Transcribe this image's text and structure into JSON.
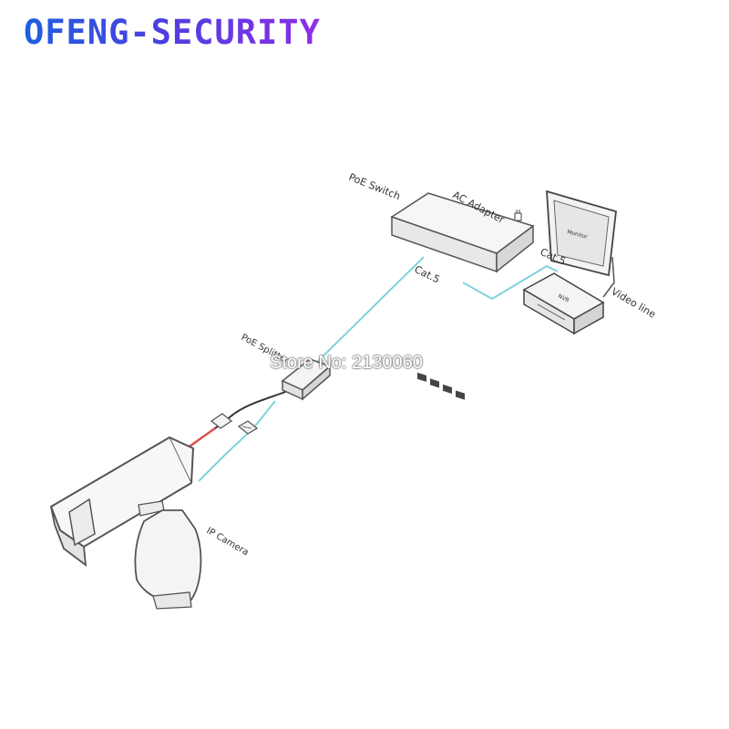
{
  "brand": {
    "text": "OFENG-SECURITY",
    "colors": [
      "#1f5fe0",
      "#8c2fe6"
    ]
  },
  "watermark": "Store No: 2130060",
  "diagram": {
    "labels": {
      "poe_switch": "PoE  Switch",
      "ac_adapter": "AC Adapter",
      "cat5_switch": "Cat.5",
      "cat5_nvr": "Cat.5",
      "monitor": "Monitor",
      "nvr": "NVR",
      "video_line": "Video line",
      "poe_splitter": "PoE Splitter",
      "ip_camera": "IP Camera"
    },
    "colors": {
      "network_cable": "#7fd3db",
      "power_cable": "#d9534f",
      "outline": "#555555"
    }
  }
}
